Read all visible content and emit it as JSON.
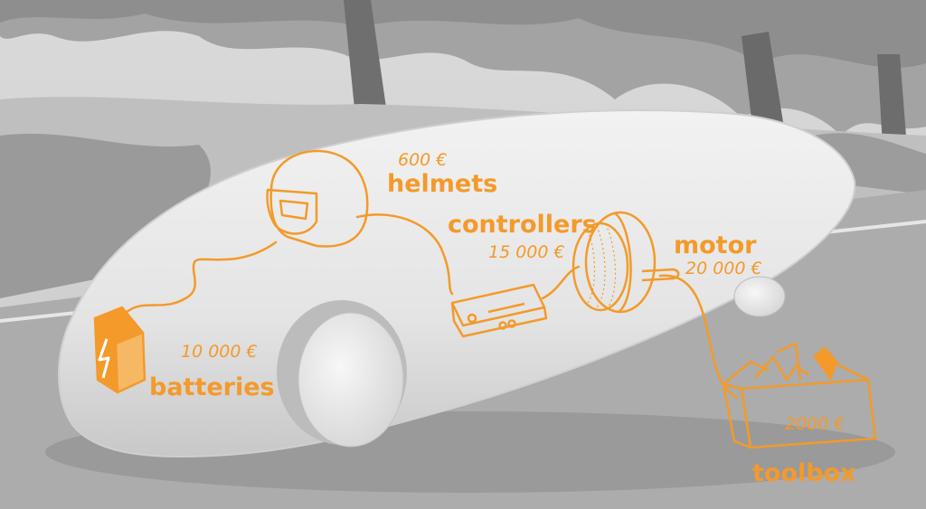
{
  "colors": {
    "accent": "#f39a2b",
    "car_body": "#e8e8e8",
    "road": "#a9a9a9",
    "sky": "#d7d7d7",
    "trees": "#8f8f8f"
  },
  "components": {
    "helmets": {
      "name": "helmets",
      "price": "600 €"
    },
    "controllers": {
      "name": "controllers",
      "price": "15 000 €"
    },
    "motor": {
      "name": "motor",
      "price": "20 000 €"
    },
    "batteries": {
      "name": "batteries",
      "price": "10 000 €"
    },
    "toolbox": {
      "name": "toolbox",
      "price": "2000 €"
    }
  },
  "icons": [
    "helmet-icon",
    "controller-icon",
    "motor-icon",
    "battery-icon",
    "toolbox-icon"
  ]
}
